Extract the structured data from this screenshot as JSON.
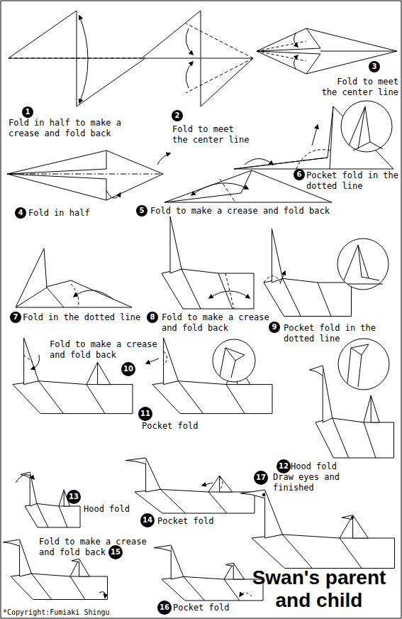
{
  "diagram": {
    "title": "Swan's parent and child",
    "nodes": [
      {
        "text": [
          "1"
        ]
      },
      {
        "text": [
          "2"
        ]
      },
      {
        "text": [
          "3"
        ]
      },
      {
        "text": [
          "4"
        ]
      },
      {
        "text": [
          "5"
        ]
      },
      {
        "text": [
          "6"
        ]
      },
      {
        "text": [
          "7"
        ]
      },
      {
        "text": [
          "8"
        ]
      },
      {
        "text": [
          "9"
        ]
      },
      {
        "text": [
          "10"
        ]
      },
      {
        "text": [
          "11"
        ]
      },
      {
        "text": [
          "12"
        ]
      },
      {
        "text": [
          "13"
        ]
      },
      {
        "text": [
          "14"
        ]
      },
      {
        "text": [
          "15"
        ]
      },
      {
        "text": [
          "16"
        ]
      },
      {
        "text": [
          "17"
        ]
      }
    ],
    "labels": [
      "Fold in half to make a crease and fold back",
      "Fold to meet the center line",
      "Fold to meet the center line",
      "Fold in half",
      "Fold to make a crease and fold back",
      "Pocket fold in the dotted line",
      "Fold in the dotted line",
      "Fold to make a crease and fold back",
      "Pocket fold in the dotted line",
      "Fold to make a crease and fold back",
      "Pocket fold",
      "Hood fold",
      "Hood fold",
      "Pocket fold",
      "Fold to make a crease and fold back",
      "Pocket fold",
      "Draw eyes and finished",
      "*Copyright:Fumiaki Shingu"
    ]
  }
}
